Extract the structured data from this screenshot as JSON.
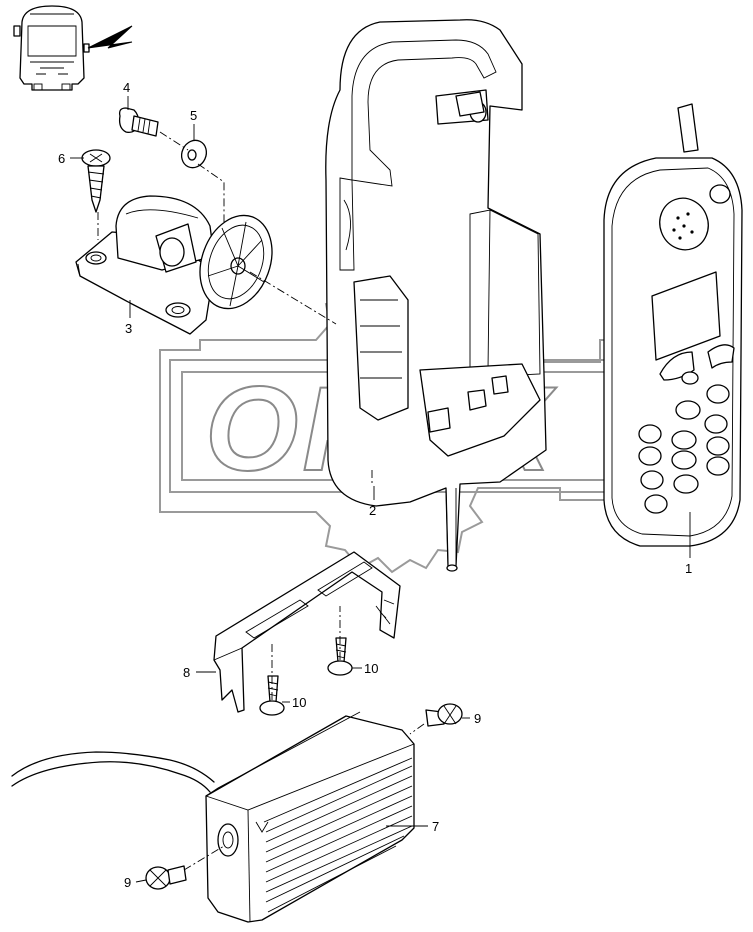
{
  "watermark": {
    "text": "OPEX"
  },
  "labels": {
    "phone": "1",
    "holder": "2",
    "mount_base": "3",
    "bolt": "4",
    "washer": "5",
    "screw": "6",
    "charger": "7",
    "bracket": "8",
    "knob_right": "9",
    "knob_left": "9",
    "screw_a": "10",
    "screw_b": "10"
  },
  "icons": [
    "bus-front-icon",
    "location-arrow-icon"
  ]
}
